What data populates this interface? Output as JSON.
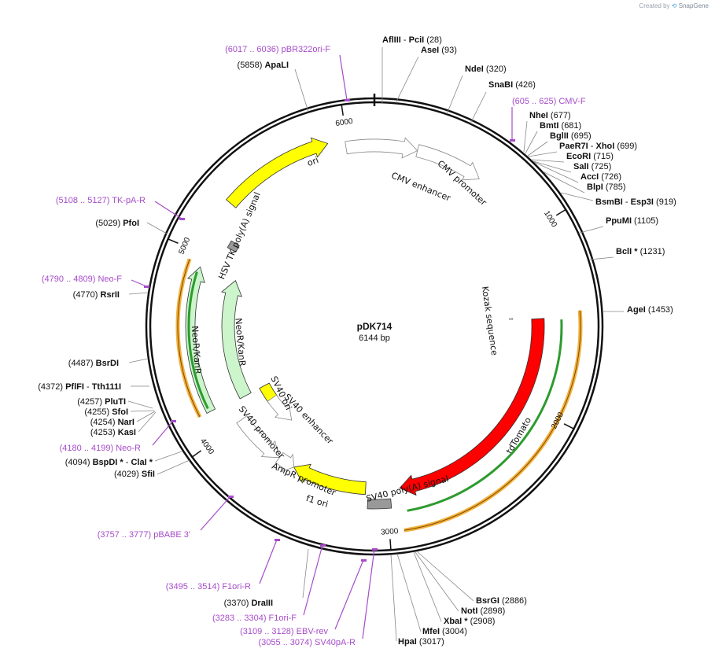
{
  "credit": {
    "prefix": "Created by",
    "brand": "SnapGene"
  },
  "plasmid": {
    "name": "pDK714",
    "size_label": "6144 bp",
    "length": 6144
  },
  "ticks": [
    "1000",
    "2000",
    "3000",
    "4000",
    "5000",
    "6000"
  ],
  "enzymes": [
    {
      "name": "AflIII",
      "alt": "PciI",
      "pos": "28",
      "group": "top"
    },
    {
      "name": "AseI",
      "pos": "93",
      "group": "top"
    },
    {
      "name": "NdeI",
      "pos": "320",
      "group": "top"
    },
    {
      "name": "SnaBI",
      "pos": "426",
      "group": "top"
    },
    {
      "name": "NheI",
      "pos": "677",
      "group": "right"
    },
    {
      "name": "BmtI",
      "pos": "681",
      "group": "right"
    },
    {
      "name": "BglII",
      "pos": "695",
      "group": "right"
    },
    {
      "name": "PaeR7I",
      "alt": "XhoI",
      "pos": "699",
      "group": "right"
    },
    {
      "name": "EcoRI",
      "pos": "715",
      "group": "right"
    },
    {
      "name": "SalI",
      "pos": "725",
      "group": "right"
    },
    {
      "name": "AccI",
      "pos": "726",
      "group": "right"
    },
    {
      "name": "BlpI",
      "pos": "785",
      "group": "right"
    },
    {
      "name": "BsmBI",
      "alt": "Esp3I",
      "pos": "919",
      "group": "right"
    },
    {
      "name": "PpuMI",
      "pos": "1105",
      "group": "right"
    },
    {
      "name": "BclI *",
      "pos": "1231",
      "group": "right"
    },
    {
      "name": "AgeI",
      "pos": "1453",
      "group": "right"
    },
    {
      "name": "BsrGI",
      "pos": "2886",
      "group": "bottom"
    },
    {
      "name": "NotI",
      "pos": "2898",
      "group": "bottom"
    },
    {
      "name": "XbaI *",
      "pos": "2908",
      "group": "bottom"
    },
    {
      "name": "MfeI",
      "pos": "3004",
      "group": "bottom"
    },
    {
      "name": "HpaI",
      "pos": "3017",
      "group": "bottom"
    },
    {
      "name": "DraIII",
      "pos": "3370",
      "group": "bottom"
    },
    {
      "name": "SfiI",
      "pos": "4029",
      "group": "left"
    },
    {
      "name": "BspDI *",
      "alt": "ClaI *",
      "pos": "4094",
      "group": "left"
    },
    {
      "name": "KasI",
      "pos": "4253",
      "group": "left"
    },
    {
      "name": "NarI",
      "pos": "4254",
      "group": "left"
    },
    {
      "name": "SfoI",
      "pos": "4255",
      "group": "left"
    },
    {
      "name": "PluTI",
      "pos": "4257",
      "group": "left"
    },
    {
      "name": "PflFI",
      "alt": "Tth111I",
      "pos": "4372",
      "group": "left"
    },
    {
      "name": "BsrDI",
      "pos": "4487",
      "group": "left"
    },
    {
      "name": "RsrII",
      "pos": "4770",
      "group": "left"
    },
    {
      "name": "PfoI",
      "pos": "5029",
      "group": "left"
    },
    {
      "name": "ApaLI",
      "pos": "5858",
      "group": "left"
    }
  ],
  "primers": [
    {
      "name": "pBR322ori-F",
      "range": "(6017 .. 6036)"
    },
    {
      "name": "CMV-F",
      "range": "(605 .. 625)"
    },
    {
      "name": "TK-pA-R",
      "range": "(5108 .. 5127)"
    },
    {
      "name": "Neo-F",
      "range": "(4790 .. 4809)"
    },
    {
      "name": "Neo-R",
      "range": "(4180 .. 4199)"
    },
    {
      "name": "pBABE 3'",
      "range": "(3757 .. 3777)"
    },
    {
      "name": "F1ori-R",
      "range": "(3495 .. 3514)"
    },
    {
      "name": "F1ori-F",
      "range": "(3283 .. 3304)"
    },
    {
      "name": "EBV-rev",
      "range": "(3109 .. 3128)"
    },
    {
      "name": "SV40pA-R",
      "range": "(3055 .. 3074)"
    }
  ],
  "features": [
    {
      "label": "ori",
      "start": 5300,
      "end": 5900,
      "type": "origin",
      "color": "#ffff00"
    },
    {
      "label": "CMV enhancer",
      "start": 5990,
      "end": 235,
      "type": "enhancer",
      "color": "#ffffff"
    },
    {
      "label": "CMV promoter",
      "start": 235,
      "end": 604,
      "type": "promoter",
      "color": "#ffffff"
    },
    {
      "label": "tdTomato",
      "start": 1490,
      "end": 2920,
      "type": "cds",
      "color": "#ff0000"
    },
    {
      "label": "SV40 poly(A) signal",
      "start": 2980,
      "end": 3110,
      "type": "terminator",
      "color": "#999999"
    },
    {
      "label": "f1 ori",
      "start": 3125,
      "end": 3580,
      "type": "origin",
      "color": "#ffff00"
    },
    {
      "label": "AmpR promoter",
      "start": 3580,
      "end": 3685,
      "type": "promoter",
      "color": "#ffffff"
    },
    {
      "label": "SV40 promoter",
      "start": 3685,
      "end": 4010,
      "type": "promoter",
      "color": "#ffffff"
    },
    {
      "label": "SV40 ori",
      "start": 3990,
      "end": 4125,
      "type": "origin",
      "color": "#ffff00"
    },
    {
      "label": "SV40 enhancer",
      "start": 3780,
      "end": 4010,
      "type": "enhancer",
      "color": "#ffffff"
    },
    {
      "label": "NeoR/KanR",
      "start": 4125,
      "end": 4920,
      "type": "cds",
      "color": "#ccf5cc"
    },
    {
      "label": "HSV TK poly(A) signal",
      "start": 5090,
      "end": 5135,
      "type": "terminator",
      "color": "#999999"
    },
    {
      "label": "Kozak sequence",
      "start": 1478,
      "end": 1488,
      "type": "misc",
      "color": "#ffffff"
    }
  ],
  "orfs": [
    {
      "label": "ORF-tdTomato",
      "start": 1460,
      "end": 2930,
      "strand": "forward"
    },
    {
      "label": "ORF-NeoR",
      "start": 4140,
      "end": 4950,
      "strand": "forward"
    }
  ]
}
